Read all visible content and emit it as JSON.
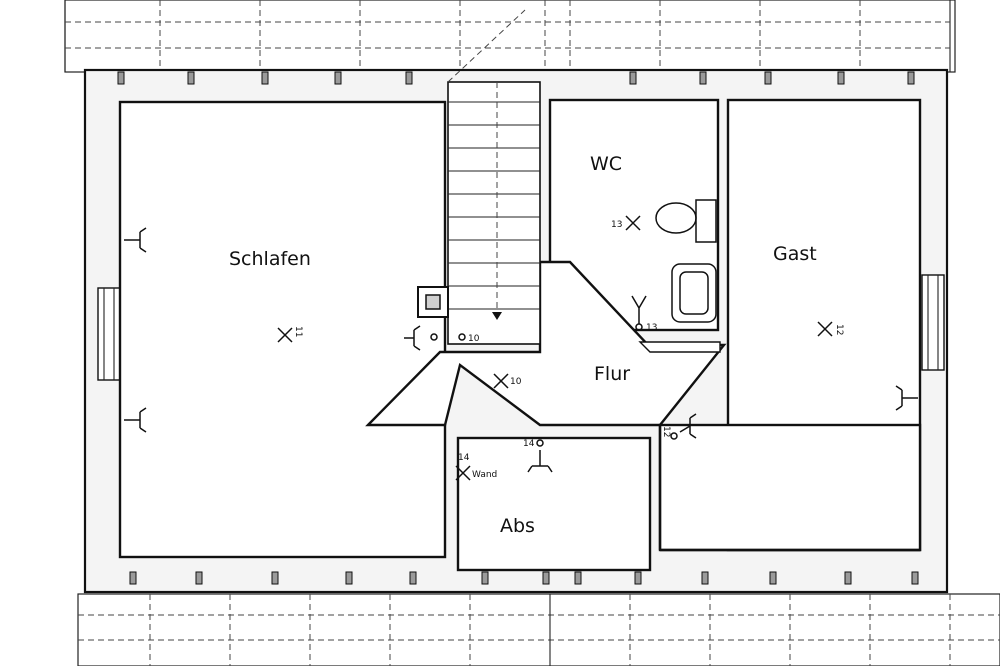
{
  "rooms": {
    "schlafen": "Schlafen",
    "wc": "WC",
    "gast": "Gast",
    "flur": "Flur",
    "abs": "Abs"
  },
  "symbols": {
    "outlet_11": "11",
    "outlet_13_wc": "13",
    "outlet_13_wash": "13",
    "outlet_12_gast": "12",
    "outlet_12_wall": "12",
    "outlet_10_flur": "10",
    "outlet_10_door": "10",
    "outlet_14_abs": "14",
    "outlet_14_wand": "14",
    "wand_label": "Wand"
  }
}
